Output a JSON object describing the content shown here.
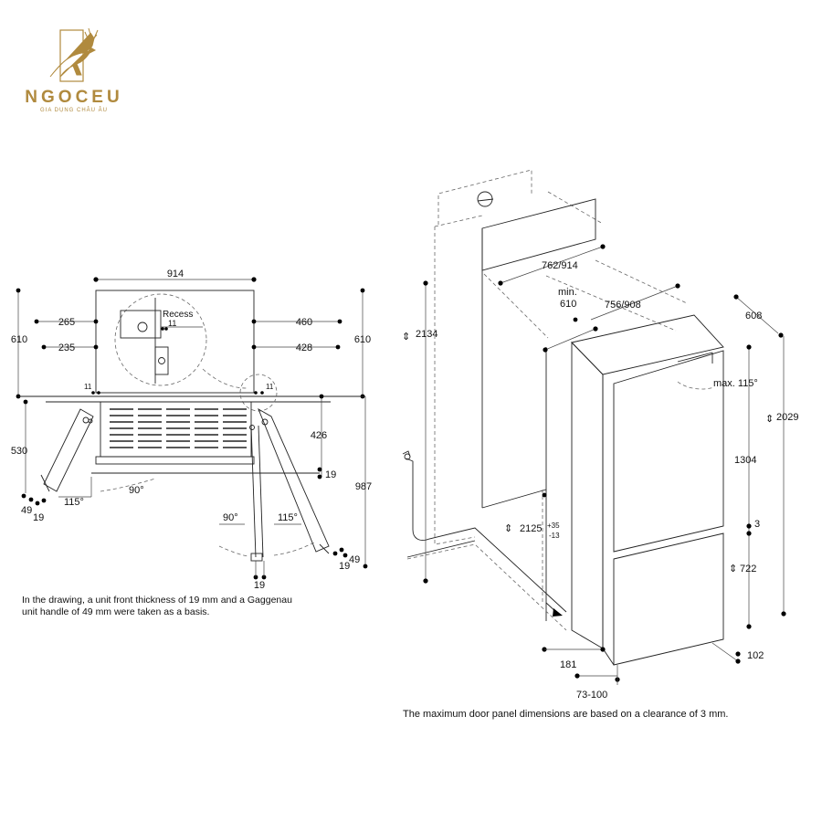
{
  "brand": {
    "name": "NGOCEU",
    "tagline": "GIA DỤNG CHÂU ÂU",
    "gold_color": "#b08a3e"
  },
  "plan_view": {
    "dims": {
      "top_width": "914",
      "left_265": "265",
      "left_235": "235",
      "right_460": "460",
      "right_428": "428",
      "depth_left": "610",
      "depth_right": "610",
      "gap_left": "11",
      "gap_right": "11",
      "recess_gap": "11",
      "recess_label": "Recess",
      "swing_530": "530",
      "clear_426": "426",
      "panel_19_right": "19",
      "total_987": "987",
      "angle_90_left": "90°",
      "angle_115_left": "115°",
      "angle_90_right": "90°",
      "angle_115_right": "115°",
      "handle_49_left": "49",
      "handle_19_left": "19",
      "handle_49_right": "49",
      "handle_19_right": "19",
      "bottom_19": "19"
    },
    "note": "In the drawing, a unit front thickness of 19 mm and a Gaggenau unit handle of 49 mm were taken as a basis."
  },
  "iso_view": {
    "dims": {
      "niche_width": "762/914",
      "min_depth": "min.",
      "min_depth_value": "610",
      "unit_width": "756/908",
      "unit_depth": "608",
      "niche_height": "2134",
      "door_angle": "max. 115°",
      "unit_height": "2029",
      "upper_door": "1304",
      "door_gap": "3",
      "niche_range": "2125",
      "niche_plus": "+35",
      "niche_minus": "-13",
      "lower_door": "722",
      "plinth": "181",
      "toe_kick": "102",
      "plinth_range": "73-100"
    },
    "note": "The maximum door panel dimensions are based on a clearance of 3 mm."
  }
}
